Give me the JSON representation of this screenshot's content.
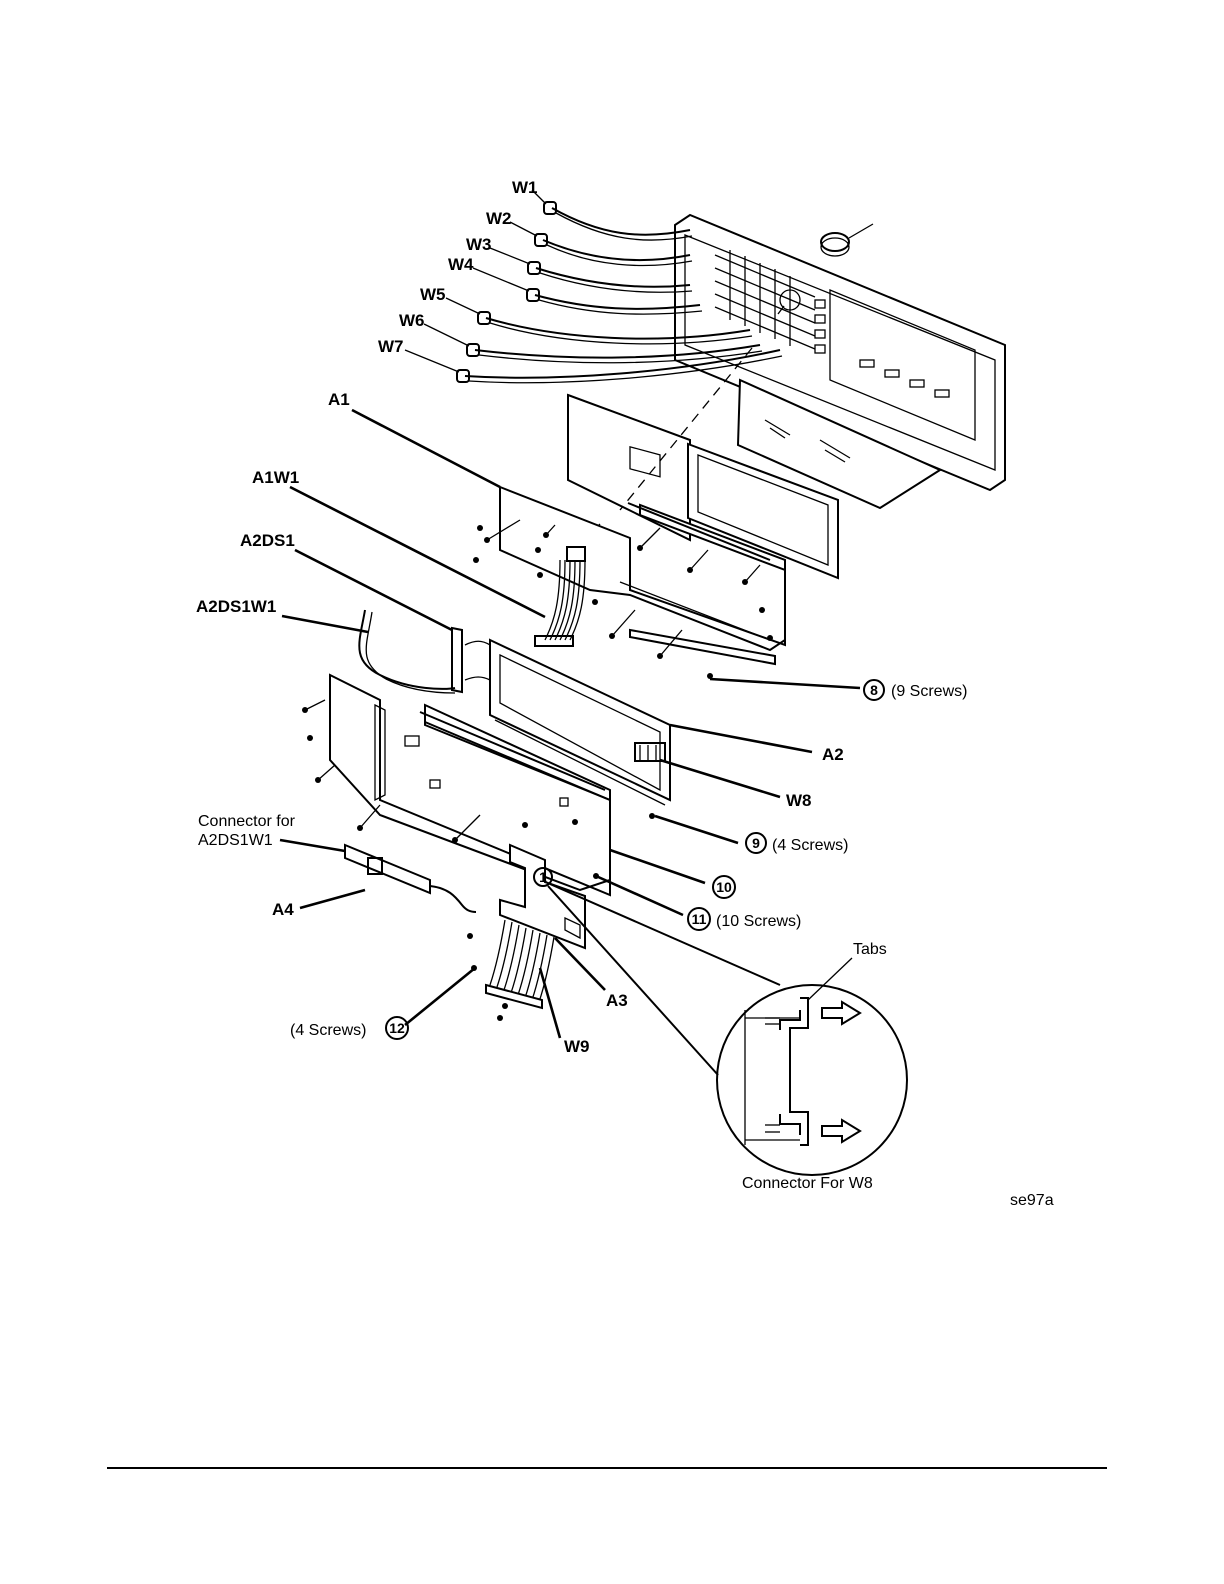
{
  "figure_code": "se97a",
  "cables": [
    "W1",
    "W2",
    "W3",
    "W4",
    "W5",
    "W6",
    "W7"
  ],
  "labels": {
    "a1": "A1",
    "a1w1": "A1W1",
    "a2ds1": "A2DS1",
    "a2ds1w1": "A2DS1W1",
    "a2": "A2",
    "w8": "W8",
    "a4": "A4",
    "a3": "A3",
    "w9": "W9",
    "connector_for_a2ds1w1_line1": "Connector for",
    "connector_for_a2ds1w1_line2": "A2DS1W1",
    "tabs": "Tabs",
    "connector_for_w8": "Connector For W8"
  },
  "callouts": [
    {
      "number": "8",
      "note": "(9 Screws)"
    },
    {
      "number": "9",
      "note": "(4 Screws)"
    },
    {
      "number": "10",
      "note": ""
    },
    {
      "number": "11",
      "note": "(10 Screws)"
    },
    {
      "number": "12",
      "note": "(4 Screws)"
    },
    {
      "number": "1",
      "note": ""
    }
  ]
}
